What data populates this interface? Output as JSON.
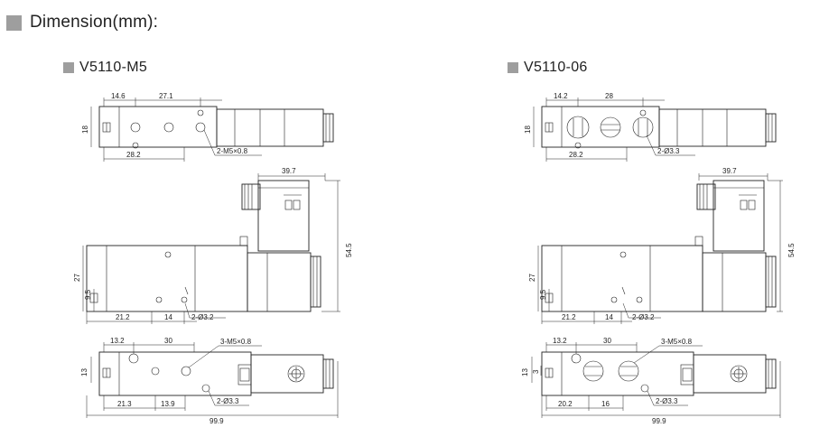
{
  "page": {
    "title": "Dimension(mm):"
  },
  "left": {
    "model": "V5110-M5",
    "top_view": {
      "d_a": "14.6",
      "d_b": "27.1",
      "d_h": "18",
      "d_w": "28.2",
      "port_note": "2-M5×0.8"
    },
    "front_view": {
      "d_top": "39.7",
      "d_h": "27",
      "d_side": "54.5",
      "d_low": "9.5",
      "d_a": "21.2",
      "d_b": "14",
      "hole_note": "2-Ø3.2"
    },
    "bottom_view": {
      "d_a": "13.2",
      "d_b": "30",
      "d_h": "13",
      "d_c": "21.3",
      "d_d": "13.9",
      "d_len": "99.9",
      "port_note": "3-M5×0.8",
      "hole_note": "2-Ø3.3"
    }
  },
  "right": {
    "model": "V5110-06",
    "top_view": {
      "d_a": "14.2",
      "d_b": "28",
      "d_h": "18",
      "d_w": "28.2",
      "hole_note": "2-Ø3.3"
    },
    "front_view": {
      "d_top": "39.7",
      "d_h": "27",
      "d_side": "54.5",
      "d_low": "9.5",
      "d_a": "21.2",
      "d_b": "14",
      "hole_note": "2-Ø3.2"
    },
    "bottom_view": {
      "d_a": "13.2",
      "d_b": "30",
      "d_h": "13",
      "d_h2": "3",
      "d_c": "20.2",
      "d_d": "16",
      "d_len": "99.9",
      "port_note": "3-M5×0.8",
      "hole_note": "2-Ø3.3"
    }
  },
  "colors": {
    "line": "#222222",
    "marker": "#9e9e9e"
  }
}
